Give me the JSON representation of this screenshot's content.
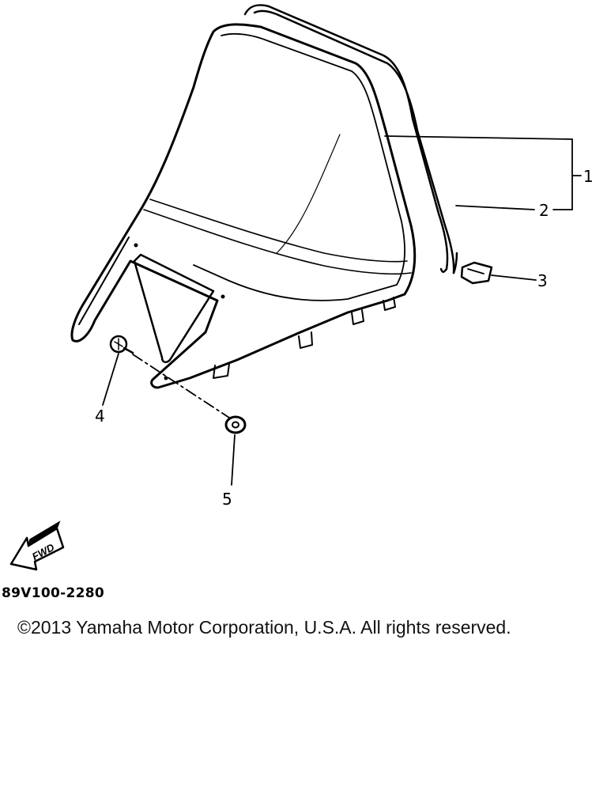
{
  "diagram": {
    "callouts": [
      {
        "id": "1",
        "label": "1"
      },
      {
        "id": "2",
        "label": "2"
      },
      {
        "id": "3",
        "label": "3"
      },
      {
        "id": "4",
        "label": "4"
      },
      {
        "id": "5",
        "label": "5"
      }
    ],
    "fwd_label": "FWD",
    "part_code": "89V100-2280",
    "copyright": "©2013 Yamaha Motor Corporation, U.S.A. All rights reserved."
  },
  "colors": {
    "line": "#000000",
    "background": "#ffffff"
  }
}
